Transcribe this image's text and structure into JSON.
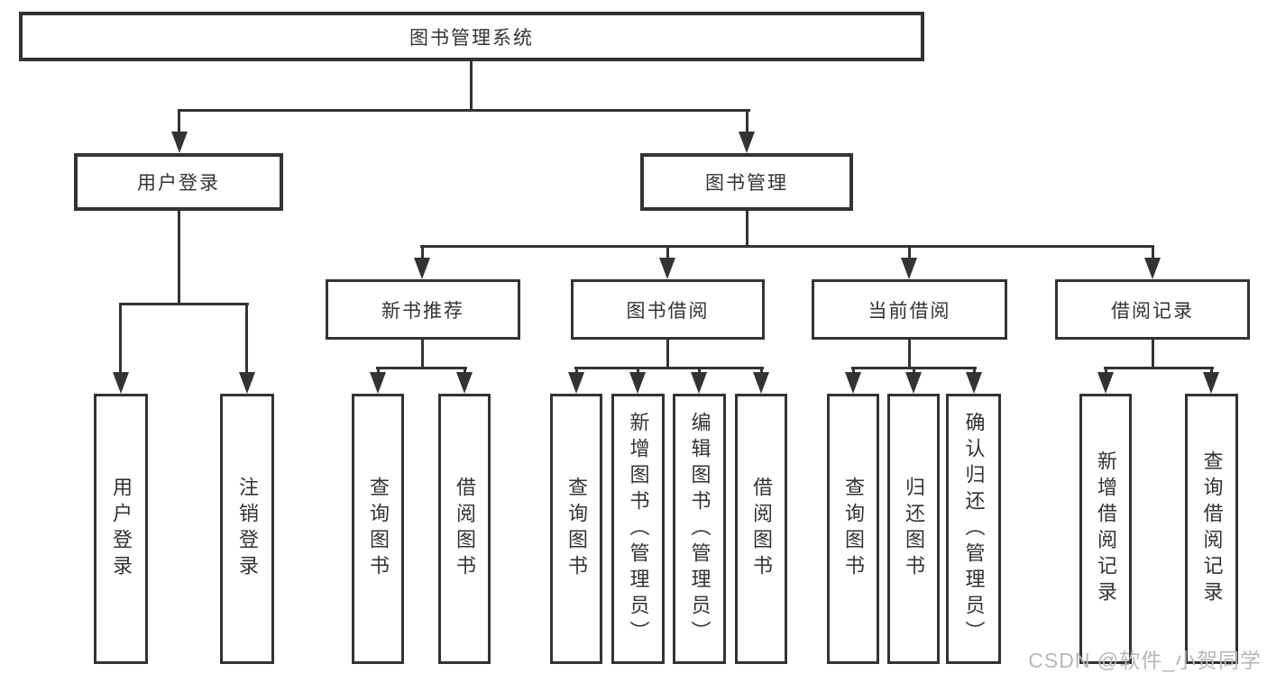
{
  "title": "图书管理系统",
  "level2": {
    "user_login": "用户登录",
    "book_mgmt": "图书管理"
  },
  "level3": {
    "new_books": "新书推荐",
    "borrowing": "图书借阅",
    "current": "当前借阅",
    "records": "借阅记录"
  },
  "leaves": {
    "user_login": [
      "用户登录",
      "注销登录"
    ],
    "new_books": [
      "查询图书",
      "借阅图书"
    ],
    "borrowing": [
      "查询图书",
      "新增图书（管理员）",
      "编辑图书（管理员）",
      "借阅图书"
    ],
    "current": [
      "查询图书",
      "归还图书",
      "确认归还（管理员）"
    ],
    "records": [
      "新增借阅记录",
      "查询借阅记录"
    ]
  },
  "watermark": "CSDN @软件_小贺同学",
  "colors": {
    "line": "#333333",
    "text": "#333333",
    "watermark": "#b4b7bc",
    "background": "#ffffff"
  }
}
